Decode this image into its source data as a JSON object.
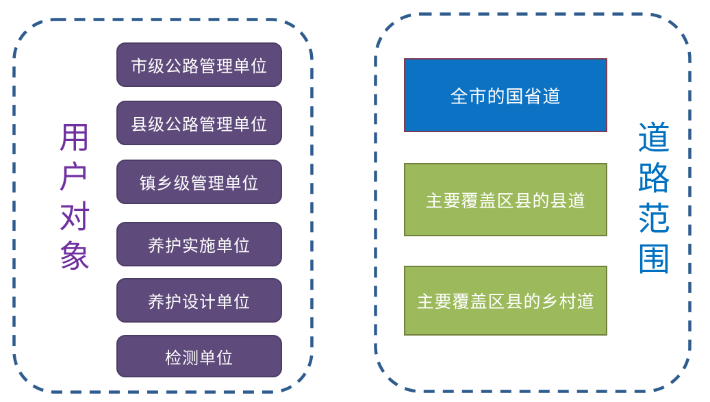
{
  "colors": {
    "container_border": "#2E5C8E",
    "left_title_color": "#7030A0",
    "right_title_color": "#0070C0",
    "purple_box_fill": "#5E4A7B",
    "purple_box_border": "#4C3D66",
    "blue_box_fill": "#0B72C4",
    "blue_box_border": "#7A3B55",
    "green_box_fill": "#9CBA5C",
    "green_box_border": "#71803D",
    "box_text_color": "#FFFFFF"
  },
  "left_group": {
    "title": "用户对象",
    "items": [
      {
        "label": "市级公路管理单位"
      },
      {
        "label": "县级公路管理单位"
      },
      {
        "label": "镇乡级管理单位"
      },
      {
        "label": "养护实施单位"
      },
      {
        "label": "养护设计单位"
      },
      {
        "label": "检测单位"
      }
    ]
  },
  "right_group": {
    "title": "道路范围",
    "items": [
      {
        "label": "全市的国省道",
        "type": "blue"
      },
      {
        "label": "主要覆盖区县的县道",
        "type": "green"
      },
      {
        "label": "主要覆盖区县的乡村道",
        "type": "green"
      }
    ]
  }
}
